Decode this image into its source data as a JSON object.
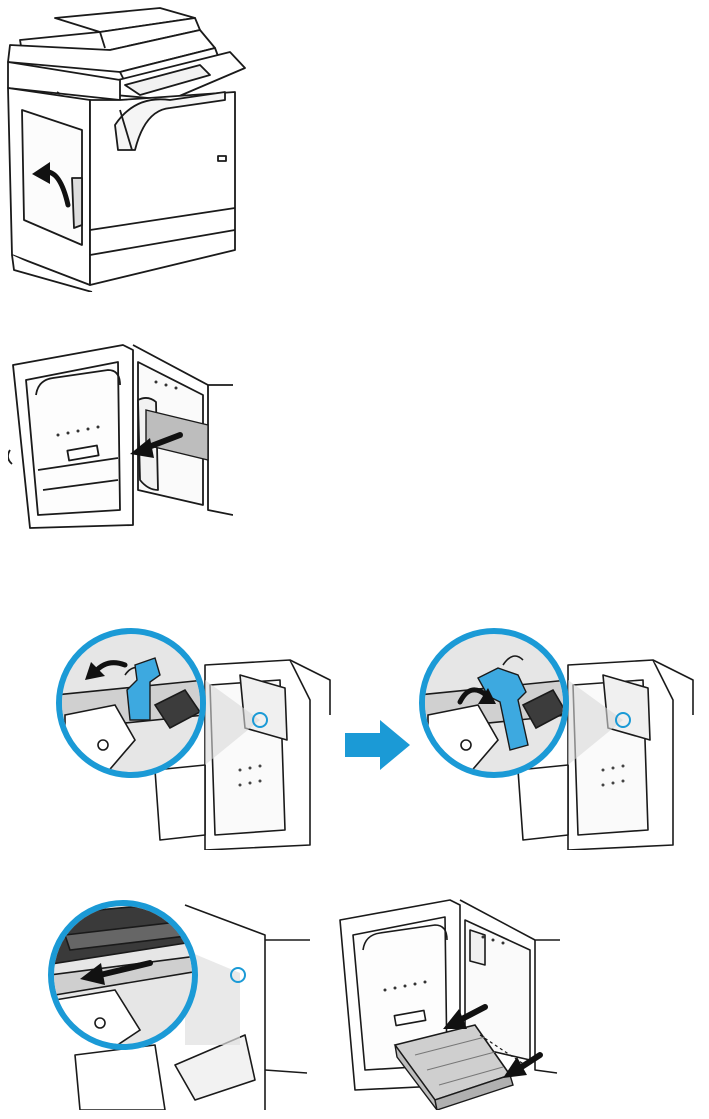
{
  "figure": {
    "steps": [
      {
        "id": "open-left-door",
        "icons": [
          "printer-icon",
          "curved-arrow-icon"
        ]
      },
      {
        "id": "pull-out-unit",
        "icons": [
          "open-door-icon",
          "pull-arrow-icon"
        ]
      },
      {
        "id": "rotate-latch-up",
        "icons": [
          "zoom-circle-icon",
          "blue-latch-icon",
          "rotate-arrow-icon"
        ]
      },
      {
        "id": "rotate-latch-down",
        "icons": [
          "zoom-circle-icon",
          "blue-latch-icon",
          "rotate-arrow-icon"
        ]
      },
      {
        "id": "slide-tray-out",
        "icons": [
          "zoom-circle-icon",
          "pull-arrow-icon"
        ]
      },
      {
        "id": "remove-tray",
        "icons": [
          "open-door-icon",
          "tray-icon",
          "pull-arrow-icon"
        ]
      }
    ],
    "colors": {
      "accent_blue": "#1b9ad6",
      "highlight_gray": "#c8c8c8",
      "line": "#1a1a1a",
      "zoom_fill": "#e6e6e6"
    }
  }
}
